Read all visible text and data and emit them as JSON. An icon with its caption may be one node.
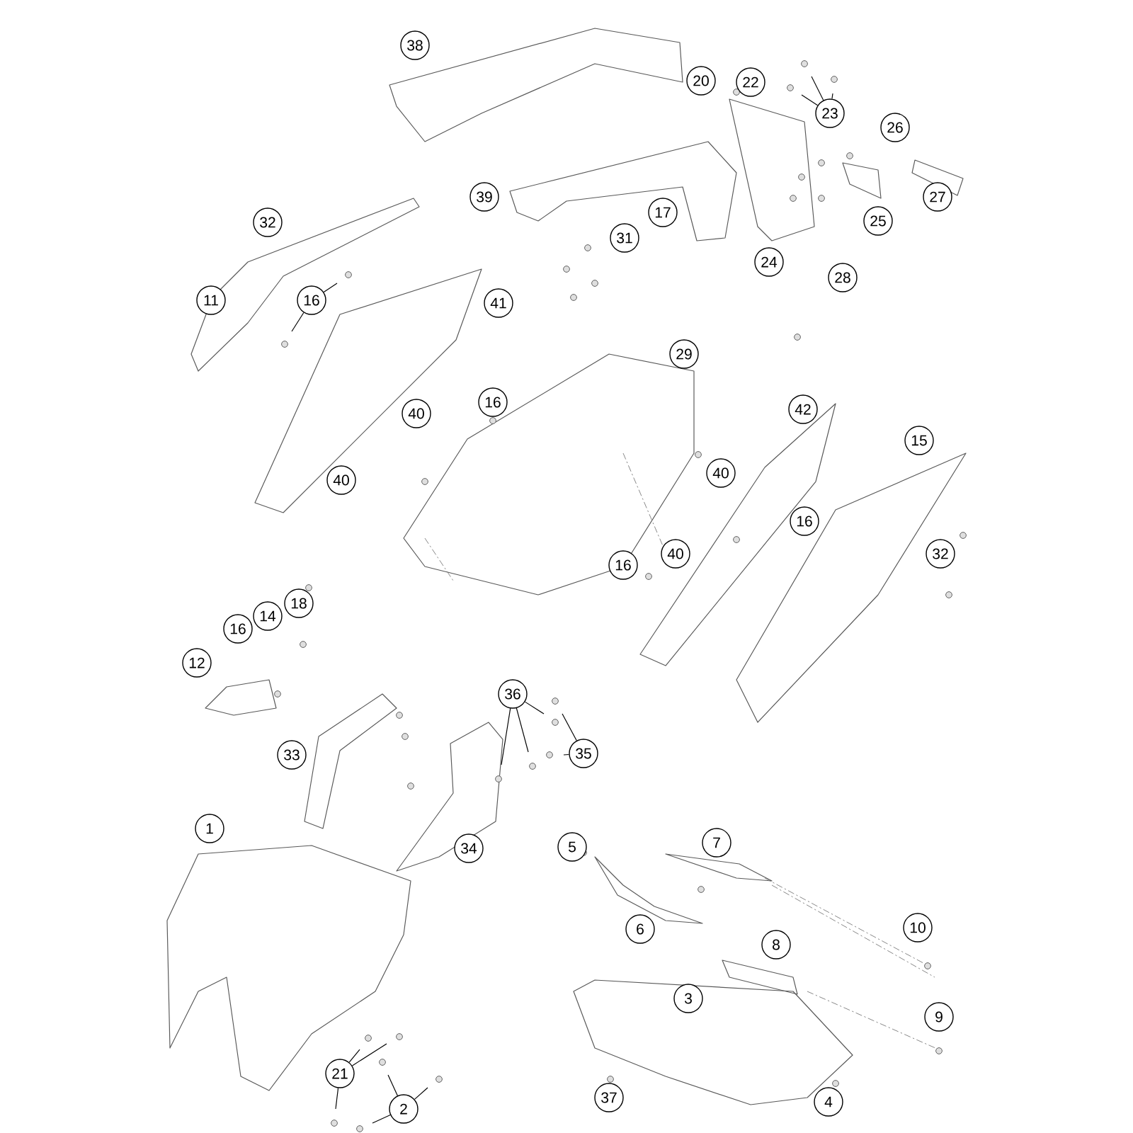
{
  "diagram": {
    "nodes": [
      {
        "text": [
          "38"
        ]
      },
      {
        "text": [
          "20"
        ]
      },
      {
        "text": [
          "22"
        ]
      },
      {
        "text": [
          "23"
        ]
      },
      {
        "text": [
          "26"
        ]
      },
      {
        "text": [
          "39"
        ]
      },
      {
        "text": [
          "27"
        ]
      },
      {
        "text": [
          "17"
        ]
      },
      {
        "text": [
          "25"
        ]
      },
      {
        "text": [
          "32"
        ]
      },
      {
        "text": [
          "31"
        ]
      },
      {
        "text": [
          "24"
        ]
      },
      {
        "text": [
          "28"
        ]
      },
      {
        "text": [
          "11"
        ]
      },
      {
        "text": [
          "16"
        ]
      },
      {
        "text": [
          "41"
        ]
      },
      {
        "text": [
          "29"
        ]
      },
      {
        "text": [
          "16"
        ]
      },
      {
        "text": [
          "42"
        ]
      },
      {
        "text": [
          "40"
        ]
      },
      {
        "text": [
          "15"
        ]
      },
      {
        "text": [
          "40"
        ]
      },
      {
        "text": [
          "40"
        ]
      },
      {
        "text": [
          "16"
        ]
      },
      {
        "text": [
          "32"
        ]
      },
      {
        "text": [
          "40"
        ]
      },
      {
        "text": [
          "16"
        ]
      },
      {
        "text": [
          "18"
        ]
      },
      {
        "text": [
          "14"
        ]
      },
      {
        "text": [
          "16"
        ]
      },
      {
        "text": [
          "12"
        ]
      },
      {
        "text": [
          "36"
        ]
      },
      {
        "text": [
          "35"
        ]
      },
      {
        "text": [
          "33"
        ]
      },
      {
        "text": [
          "1"
        ]
      },
      {
        "text": [
          "7"
        ]
      },
      {
        "text": [
          "5"
        ]
      },
      {
        "text": [
          "34"
        ]
      },
      {
        "text": [
          "10"
        ]
      },
      {
        "text": [
          "6"
        ]
      },
      {
        "text": [
          "8"
        ]
      },
      {
        "text": [
          "3"
        ]
      },
      {
        "text": [
          "9"
        ]
      },
      {
        "text": [
          "21"
        ]
      },
      {
        "text": [
          "37"
        ]
      },
      {
        "text": [
          "4"
        ]
      },
      {
        "text": [
          "2"
        ]
      }
    ],
    "edges": [
      {
        "from": 3,
        "to": null,
        "arrow": "none"
      },
      {
        "from": 3,
        "to": null,
        "arrow": "none"
      },
      {
        "from": 3,
        "to": null,
        "arrow": "none"
      },
      {
        "from": 14,
        "to": null,
        "arrow": "none"
      },
      {
        "from": 14,
        "to": null,
        "arrow": "none"
      },
      {
        "from": 31,
        "to": null,
        "arrow": "none"
      },
      {
        "from": 31,
        "to": null,
        "arrow": "none"
      },
      {
        "from": 31,
        "to": null,
        "arrow": "none"
      },
      {
        "from": 32,
        "to": null,
        "arrow": "none"
      },
      {
        "from": 32,
        "to": null,
        "arrow": "none"
      },
      {
        "from": 43,
        "to": null,
        "arrow": "none"
      },
      {
        "from": 43,
        "to": null,
        "arrow": "none"
      },
      {
        "from": 43,
        "to": null,
        "arrow": "none"
      },
      {
        "from": 46,
        "to": null,
        "arrow": "none"
      },
      {
        "from": 46,
        "to": null,
        "arrow": "none"
      },
      {
        "from": 46,
        "to": null,
        "arrow": "none"
      }
    ]
  }
}
